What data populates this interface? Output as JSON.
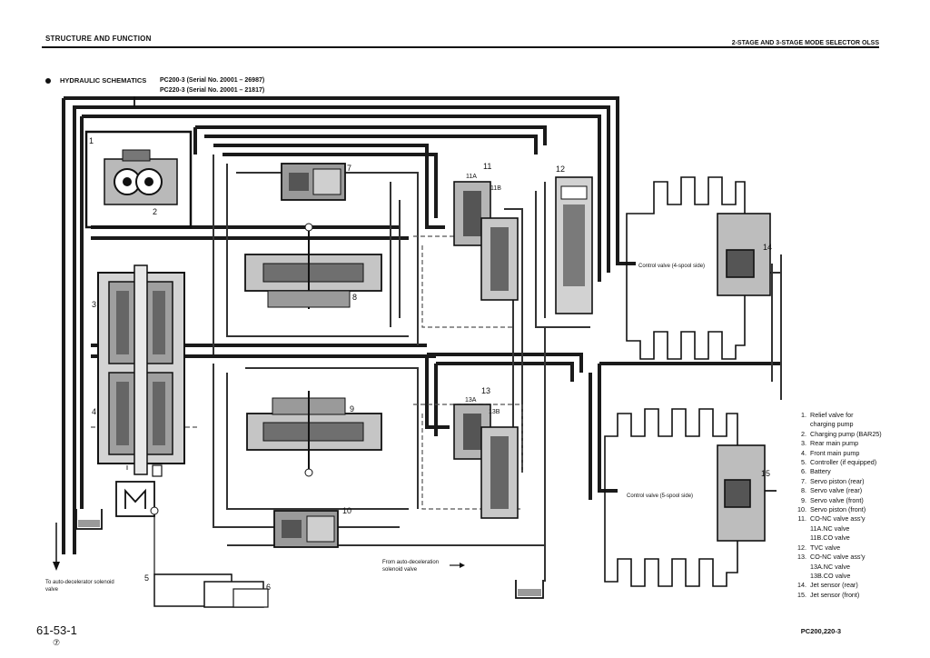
{
  "header": {
    "left": "STRUCTURE AND FUNCTION",
    "right": "2-STAGE AND 3-STAGE MODE SELECTOR OLSS"
  },
  "section": {
    "title": "HYDRAULIC SCHEMATICS",
    "serial_1": "PC200-3 (Serial No. 20001 – 26987)",
    "serial_2": "PC220-3 (Serial No. 20001 – 21817)"
  },
  "diagram": {
    "callouts": [
      "1",
      "2",
      "3",
      "4",
      "5",
      "6",
      "7",
      "8",
      "9",
      "10",
      "11",
      "11A",
      "11B",
      "12",
      "13",
      "13A",
      "13B",
      "14",
      "15"
    ],
    "control_valve_4": "Control valve (4-spool side)",
    "control_valve_5": "Control valve (5-spool side)",
    "note_to_auto_decel": "To auto-decelerator solenoid valve",
    "note_from_auto_decel": "From auto-deceleration solenoid valve"
  },
  "legend": [
    {
      "num": "1.",
      "text": "Relief valve for"
    },
    {
      "num": "",
      "text": "charging pump"
    },
    {
      "num": "2.",
      "text": "Charging pump (BAR25)"
    },
    {
      "num": "3.",
      "text": "Rear main pump"
    },
    {
      "num": "4.",
      "text": "Front main pump"
    },
    {
      "num": "5.",
      "text": "Controller (if equipped)"
    },
    {
      "num": "6.",
      "text": "Battery"
    },
    {
      "num": "7.",
      "text": "Servo piston (rear)"
    },
    {
      "num": "8.",
      "text": "Servo valve (rear)"
    },
    {
      "num": "9.",
      "text": "Servo valve (front)"
    },
    {
      "num": "10.",
      "text": "Servo piston (front)"
    },
    {
      "num": "11.",
      "text": "CO-NC valve ass'y"
    },
    {
      "num": "",
      "text": "11A.NC valve"
    },
    {
      "num": "",
      "text": "11B.CO valve"
    },
    {
      "num": "12.",
      "text": "TVC valve"
    },
    {
      "num": "13.",
      "text": "CO-NC valve ass'y"
    },
    {
      "num": "",
      "text": "13A.NC valve"
    },
    {
      "num": "",
      "text": "13B.CO valve"
    },
    {
      "num": "14.",
      "text": "Jet sensor (rear)"
    },
    {
      "num": "15.",
      "text": "Jet sensor (front)"
    }
  ],
  "footer": {
    "page": "61-53-1",
    "mark": "⑦",
    "model": "PC200,220-3"
  }
}
